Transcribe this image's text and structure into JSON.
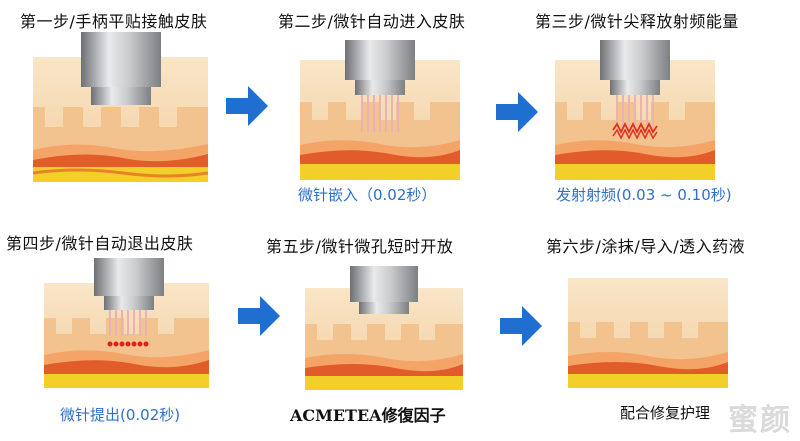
{
  "steps": [
    {
      "title": "第一步/手柄平贴接触皮肤",
      "caption": ""
    },
    {
      "title": "第二步/微针自动进入皮肤",
      "caption": "微针嵌入（0.02秒）"
    },
    {
      "title": "第三步/微针尖释放射频能量",
      "caption": "发射射频(0.03 ~ 0.10秒)"
    },
    {
      "title": "第四步/微针自动退出皮肤",
      "caption": "微针提出(0.02秒)"
    },
    {
      "title": "第五步/微针微孔短时开放",
      "caption": "ACMETEA修復因子"
    },
    {
      "title": "第六步/涂抹/导入/透入药液",
      "caption": "配合修复护理"
    }
  ],
  "watermark": "蜜颜",
  "colors": {
    "arrow": "#1f6fd1",
    "caption_blue": "#2f6fc9",
    "skin_top": "#f6dcb6",
    "skin_mid": "#f2c89c",
    "dermis": "#f7b27a",
    "blood": "#e05a2a",
    "fat": "#f6d02a",
    "handle": "#8a8d90"
  }
}
